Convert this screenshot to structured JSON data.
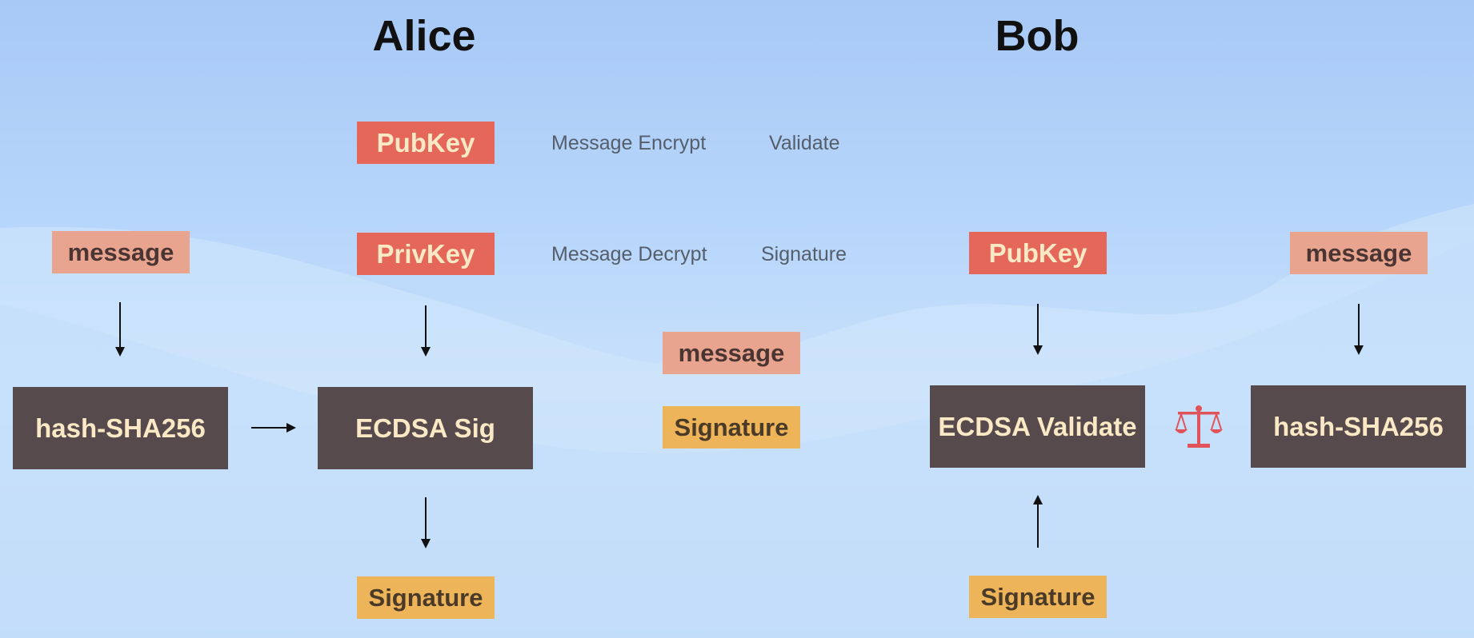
{
  "colors": {
    "key_red": "#e4675a",
    "message_salmon": "#e8a48e",
    "signature_orange": "#eeb45a",
    "process_dark": "#574a4c",
    "box_text_cream": "#fbe9c6",
    "scales_red": "#e0535a"
  },
  "alice": {
    "title": "Alice",
    "pubkey": "PubKey",
    "privkey": "PrivKey",
    "message": "message",
    "hash": "hash-SHA256",
    "ecdsa_sig": "ECDSA Sig",
    "signature": "Signature"
  },
  "notes": {
    "pub_encrypt": "Message Encrypt",
    "pub_validate": "Validate",
    "priv_decrypt": "Message Decrypt",
    "priv_signature": "Signature"
  },
  "transfer": {
    "message": "message",
    "signature": "Signature"
  },
  "bob": {
    "title": "Bob",
    "pubkey": "PubKey",
    "message": "message",
    "ecdsa_validate": "ECDSA Validate",
    "hash": "hash-SHA256",
    "signature": "Signature",
    "compare_icon": "scales-icon"
  }
}
